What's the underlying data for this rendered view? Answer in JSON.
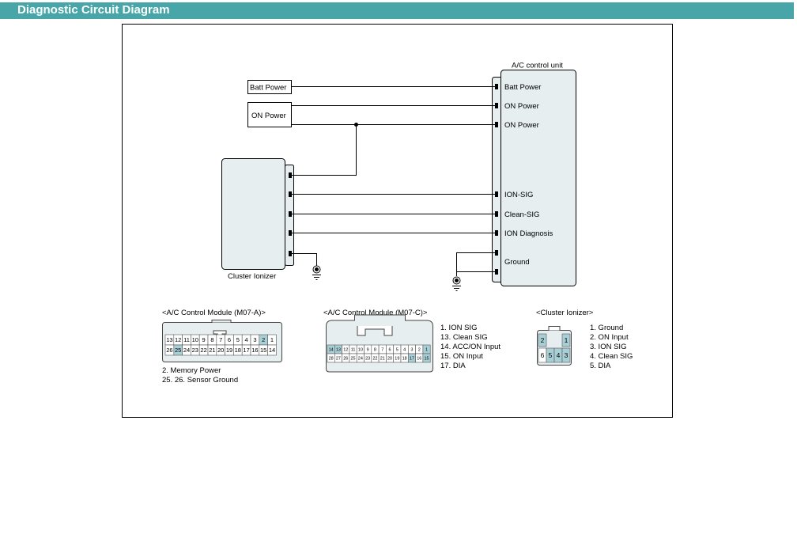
{
  "header": {
    "title": "Diagnostic Circuit Diagram"
  },
  "diagram": {
    "acu": {
      "title": "A/C control unit",
      "pins": [
        "Batt Power",
        "ON Power",
        "ON Power",
        "ION-SIG",
        "Clean-SIG",
        "ION Diagnosis",
        "Ground"
      ]
    },
    "sources": {
      "batt_power": "Batt Power",
      "on_power": "ON Power"
    },
    "ionizer": {
      "label": "Cluster Ionizer"
    }
  },
  "connectors": {
    "m07a": {
      "title": "<A/C Control Module (M07-A)>",
      "row1": [
        "13",
        "12",
        "11",
        "10",
        "9",
        "8",
        "7",
        "6",
        "5",
        "4",
        "3",
        "2",
        "1"
      ],
      "row2": [
        "26",
        "25",
        "24",
        "23",
        "22",
        "21",
        "20",
        "19",
        "18",
        "17",
        "16",
        "15",
        "14"
      ],
      "highlighted": [
        "2",
        "25"
      ],
      "legend": [
        "2. Memory Power",
        "25. 26. Sensor Ground"
      ]
    },
    "m07c": {
      "title": "<A/C Control Module (M07-C)>",
      "row1": [
        "14",
        "13",
        "12",
        "11",
        "10",
        "9",
        "8",
        "7",
        "6",
        "5",
        "4",
        "3",
        "2",
        "1"
      ],
      "row2": [
        "28",
        "27",
        "26",
        "25",
        "24",
        "23",
        "22",
        "21",
        "20",
        "19",
        "18",
        "17",
        "16",
        "15"
      ],
      "highlighted": [
        "14",
        "13",
        "1",
        "17",
        "15"
      ],
      "legend": [
        "1. ION SIG",
        "13. Clean SIG",
        "14. ACC/ON Input",
        "15. ON Input",
        "17. DIA"
      ]
    },
    "ionizer": {
      "title": "<Cluster Ionizer>",
      "top": [
        "2",
        "1"
      ],
      "bottom": [
        "6",
        "5",
        "4",
        "3"
      ],
      "highlighted": [
        "2",
        "1",
        "5",
        "4",
        "3"
      ],
      "legend": [
        "1. Ground",
        "2. ON Input",
        "3. ION SIG",
        "4. Clean SIG",
        "5. DIA"
      ]
    }
  },
  "colors": {
    "header": "#48a6a9",
    "box_fill": "#e6eef0",
    "pin_highlight": "#a9cfd6"
  }
}
